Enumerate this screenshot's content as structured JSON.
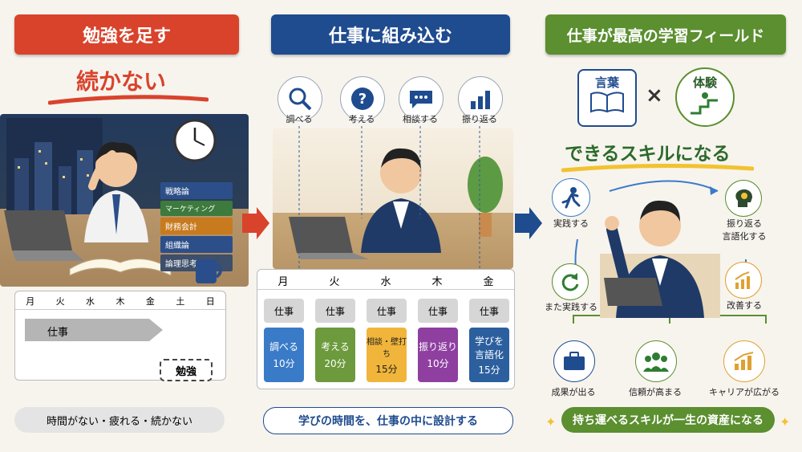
{
  "panel1": {
    "banner": "勉強を足す",
    "headline": "続かない",
    "books": [
      "戦略論",
      "マーケティング",
      "財務会計",
      "組織論",
      "論理思考"
    ],
    "calendar_days": [
      "月",
      "火",
      "水",
      "木",
      "金",
      "土",
      "日"
    ],
    "work_bar": "仕事",
    "study_box": "勉強",
    "caption": "時間がない・疲れる・続かない"
  },
  "panel2": {
    "banner": "仕事に組み込む",
    "icons": [
      {
        "label": "調べる",
        "icon": "search-icon"
      },
      {
        "label": "考える",
        "icon": "question-icon"
      },
      {
        "label": "相談する",
        "icon": "chat-icon"
      },
      {
        "label": "振り返る",
        "icon": "bar-chart-icon"
      }
    ],
    "days": [
      "月",
      "火",
      "水",
      "木",
      "金"
    ],
    "work_label": "仕事",
    "tasks": [
      {
        "line1": "調べる",
        "line2": "10分",
        "color": "#3a7bc8"
      },
      {
        "line1": "考える",
        "line2": "20分",
        "color": "#6c9a3c"
      },
      {
        "line1": "相談・壁打ち",
        "line2": "15分",
        "color": "#f0b53a"
      },
      {
        "line1": "振り返り",
        "line2": "10分",
        "color": "#8e3fa0"
      },
      {
        "line1": "学びを\n言語化",
        "line2": "15分",
        "color": "#2c5f9e"
      }
    ],
    "caption": "学びの時間を、仕事の中に設計する"
  },
  "panel3": {
    "banner": "仕事が最高の学習フィールド",
    "word_box": "言葉",
    "times": "×",
    "experience_box": "体験",
    "headline": "できるスキルになる",
    "cycle": [
      "実践する",
      "振り返る\n言語化する",
      "改善する",
      "また実践する"
    ],
    "outcomes": [
      "成果が出る",
      "信頼が高まる",
      "キャリアが広がる"
    ],
    "caption": "持ち運べるスキルが一生の資産になる"
  },
  "colors": {
    "red": "#d9432c",
    "navy": "#1f4b8f",
    "green": "#5b8f2f"
  }
}
